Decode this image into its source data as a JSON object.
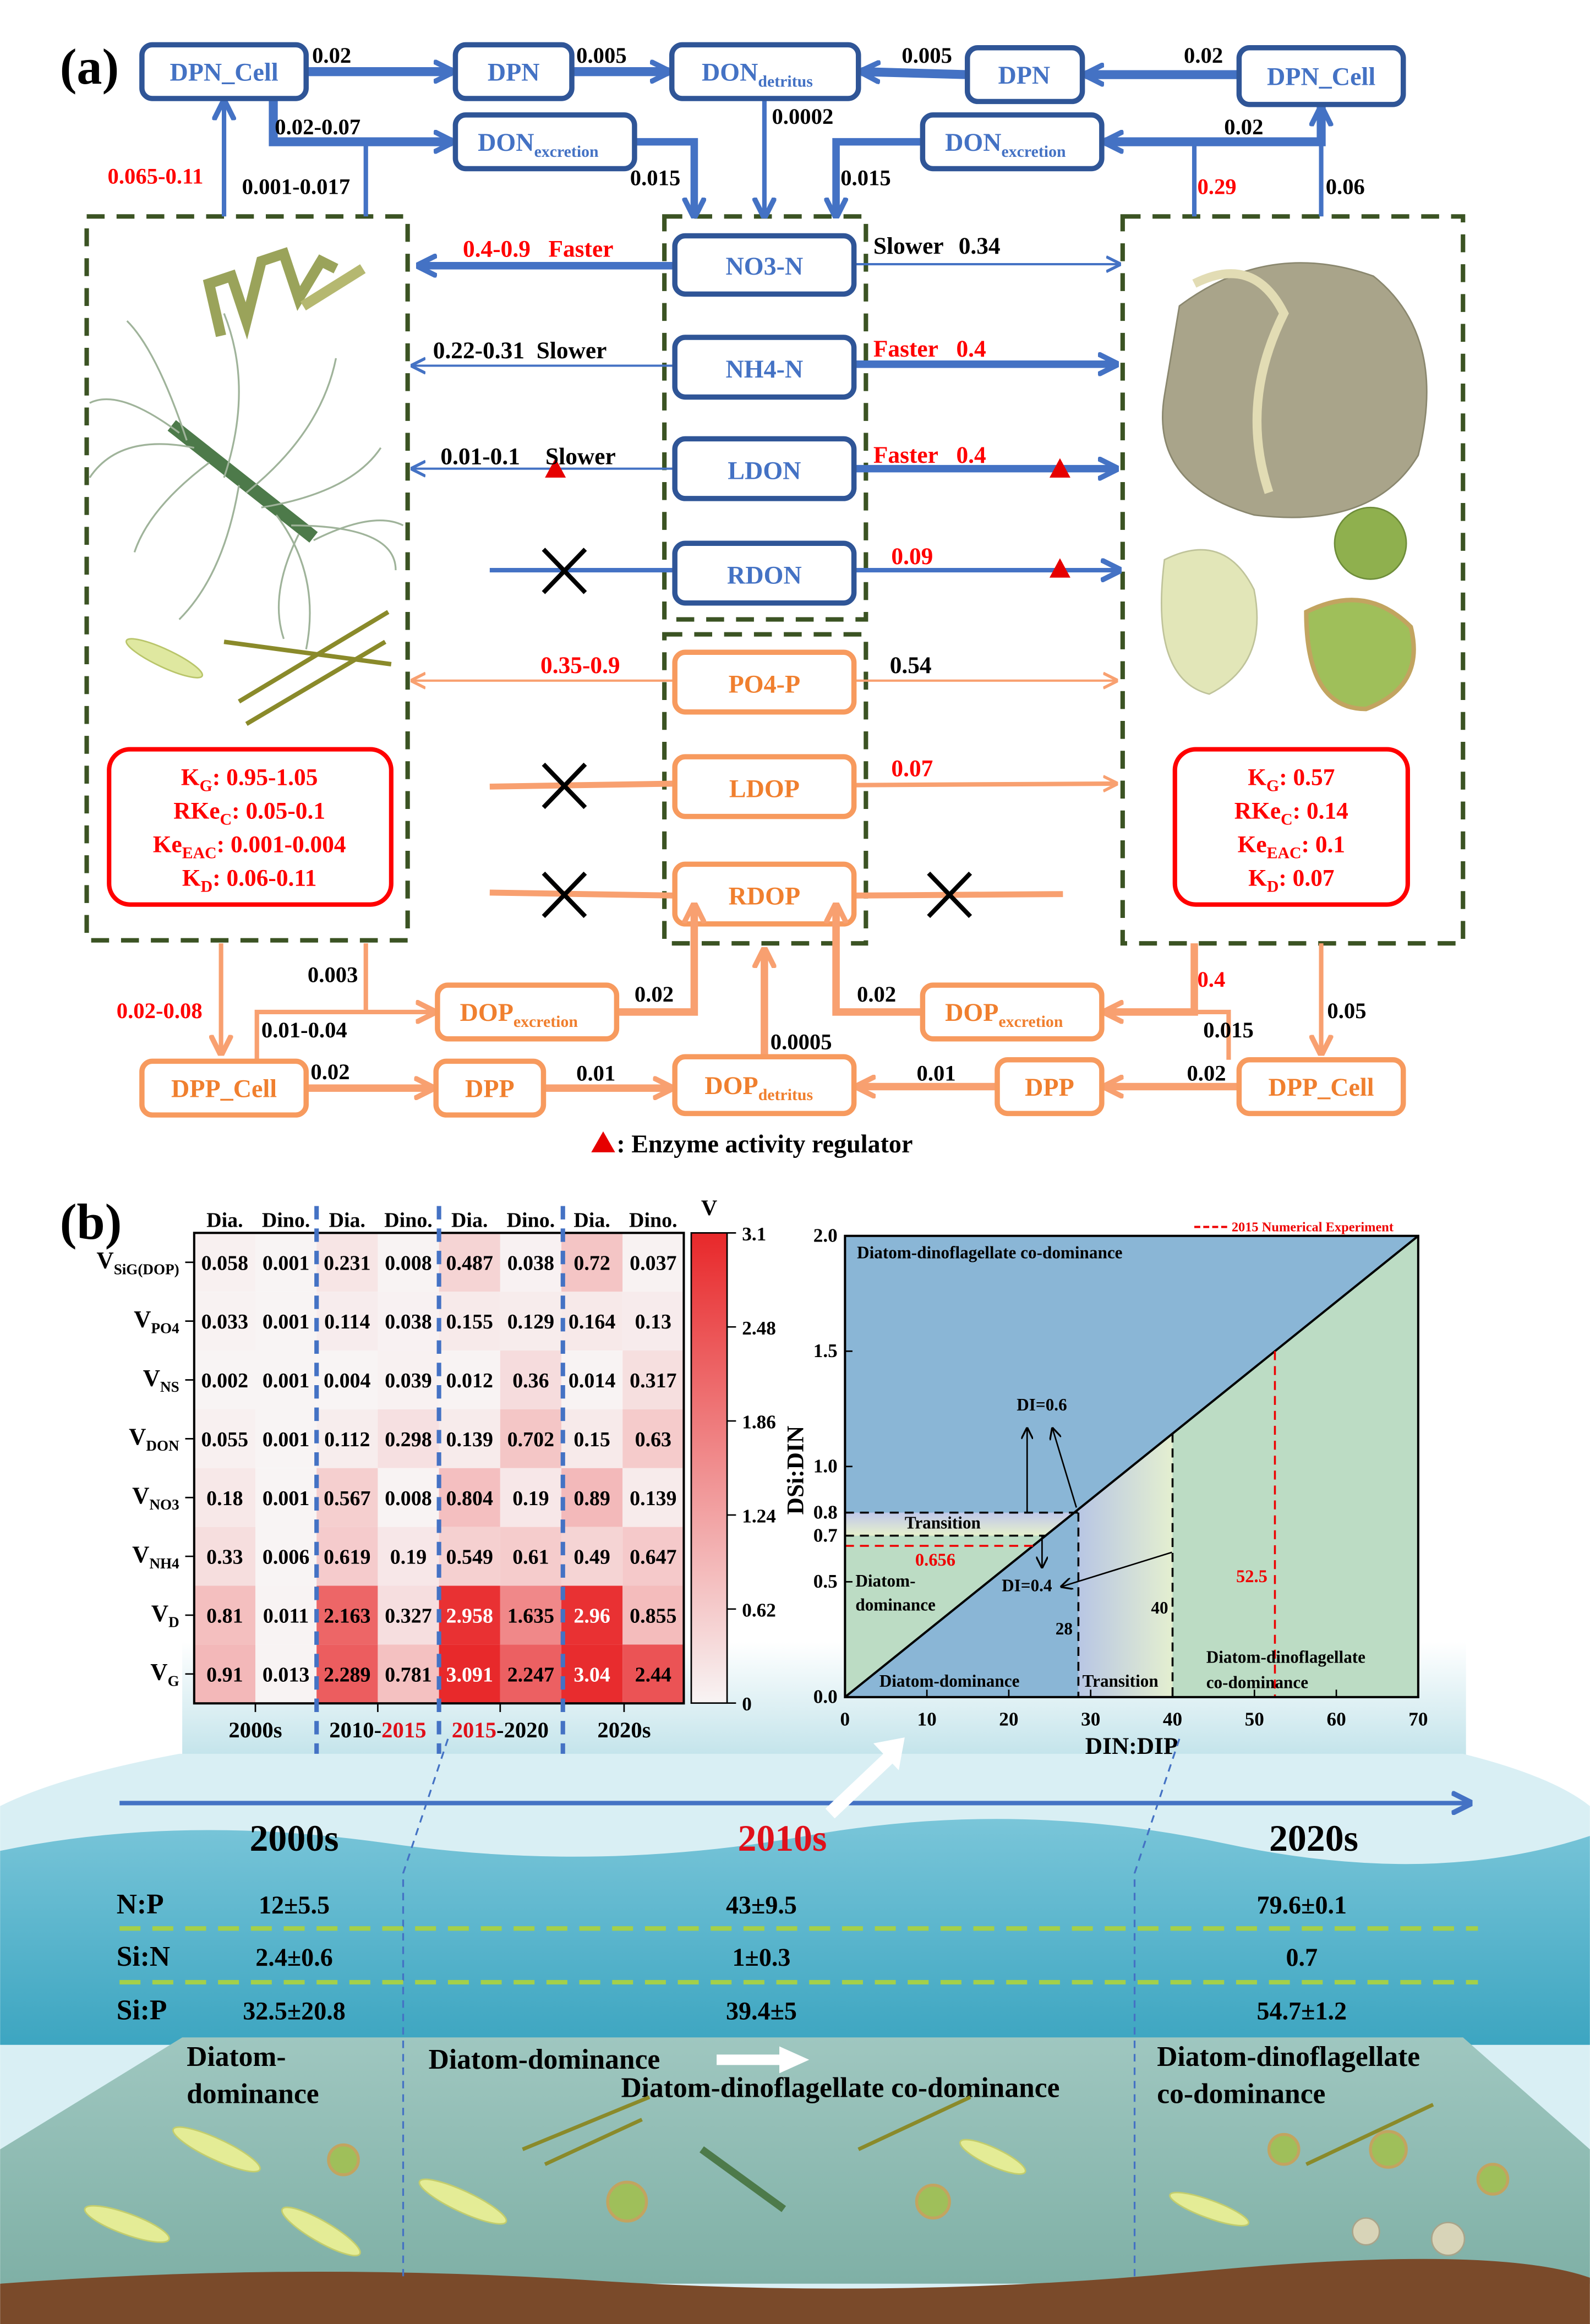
{
  "panel_a": {
    "label": "(a)",
    "nitrogen": {
      "left_cell": "DPN_Cell",
      "left_dpn": "DPN",
      "right_dpn": "DPN",
      "right_cell": "DPN_Cell",
      "detritus": {
        "main": "DON",
        "sub": "detritus"
      },
      "left_excretion": {
        "main": "DON",
        "sub": "excretion"
      },
      "right_excretion": {
        "main": "DON",
        "sub": "excretion"
      },
      "rates": {
        "l_cell_dpn": "0.02",
        "l_dpn_det": "0.005",
        "r_dpn_det": "0.005",
        "r_cell_dpn": "0.02",
        "l_cell_exc": "0.02-0.07",
        "det_down": "0.0002",
        "r_cell_exc": "0.02",
        "l_exc_down": "0.015",
        "r_exc_down": "0.015",
        "l_uptake": "0.065-0.11",
        "l_release": "0.001-0.017",
        "r_release": "0.29",
        "r_uptake": "0.06"
      }
    },
    "nutrients": {
      "no3": "NO3-N",
      "nh4": "NH4-N",
      "ldon": "LDON",
      "rdon": "RDON",
      "po4": "PO4-P",
      "ldop": "LDOP",
      "rdop": "RDOP"
    },
    "flows": {
      "no3_left": {
        "value": "0.4-0.9",
        "speed": "Faster"
      },
      "no3_right": {
        "value": "0.34",
        "speed": "Slower"
      },
      "nh4_left": {
        "value": "0.22-0.31",
        "speed": "Slower"
      },
      "nh4_right": {
        "value": "0.4",
        "speed": "Faster"
      },
      "ldon_left": {
        "value": "0.01-0.1",
        "speed": "Slower"
      },
      "ldon_right": {
        "value": "0.4",
        "speed": "Faster"
      },
      "rdon_right": {
        "value": "0.09"
      },
      "po4_left": {
        "value": "0.35-0.9"
      },
      "po4_right": {
        "value": "0.54"
      },
      "ldop_right": {
        "value": "0.07"
      }
    },
    "params_left": [
      {
        "k": "K",
        "sub": "G",
        "v": ": 0.95-1.05"
      },
      {
        "k": "RKe",
        "sub": "C",
        "v": ": 0.05-0.1"
      },
      {
        "k": "Ke",
        "sub": "EAC",
        "v": ": 0.001-0.004"
      },
      {
        "k": "K",
        "sub": "D",
        "v": ":  0.06-0.11"
      }
    ],
    "params_right": [
      {
        "k": "K",
        "sub": "G",
        "v": ": 0.57"
      },
      {
        "k": "RKe",
        "sub": "C",
        "v": ": 0.14"
      },
      {
        "k": "Ke",
        "sub": "EAC",
        "v": ": 0.1"
      },
      {
        "k": "K",
        "sub": "D",
        "v": ":  0.07"
      }
    ],
    "phosphorus": {
      "left_cell": "DPP_Cell",
      "left_dpp": "DPP",
      "right_dpp": "DPP",
      "right_cell": "DPP_Cell",
      "detritus": {
        "main": "DOP",
        "sub": "detritus"
      },
      "left_excretion": {
        "main": "DOP",
        "sub": "excretion"
      },
      "right_excretion": {
        "main": "DOP",
        "sub": "excretion"
      },
      "rates": {
        "l_down": "0.02-0.08",
        "l_exc": "0.003",
        "l_cell_up": "0.01-0.04",
        "l_cell_dpp": "0.02",
        "l_dpp_det": "0.01",
        "l_exc_up": "0.02",
        "det_up": "0.0005",
        "r_dpp_det": "0.01",
        "r_cell_dpp": "0.02",
        "r_exc_up": "0.02",
        "r_exc": "0.4",
        "r_cell_up": "0.015",
        "r_down": "0.05"
      }
    },
    "legend": ": Enzyme activity regulator"
  },
  "panel_b": {
    "label": "(b)",
    "timeline": {
      "eras": [
        "2000s",
        "2010s",
        "2020s"
      ],
      "rows": [
        {
          "label": "N:P",
          "values": [
            "12±5.5",
            "43±9.5",
            "79.6±0.1"
          ]
        },
        {
          "label": "Si:N",
          "values": [
            "2.4±0.6",
            "1±0.3",
            "0.7"
          ]
        },
        {
          "label": "Si:P",
          "values": [
            "32.5±20.8",
            "39.4±5",
            "54.7±1.2"
          ]
        }
      ],
      "community": {
        "c2000": [
          "Diatom-",
          "dominance"
        ],
        "c2010a": "Diatom-dominance",
        "c2010b": "Diatom-dinoflagellate co-dominance",
        "c2020": [
          "Diatom-dinoflagellate",
          "co-dominance"
        ]
      }
    }
  },
  "chart_data": [
    {
      "type": "heatmap",
      "title": "",
      "colorbar_label": "V",
      "colorbar_ticks": [
        3.1,
        2.48,
        1.86,
        1.24,
        0.62,
        0
      ],
      "vrange": [
        0,
        3.1
      ],
      "columns": [
        "Dia.",
        "Dino.",
        "Dia.",
        "Dino.",
        "Dia.",
        "Dino.",
        "Dia.",
        "Dino."
      ],
      "periods": [
        {
          "pre": "2000s",
          "red": "",
          "post": ""
        },
        {
          "pre": "2010-",
          "red": "2015",
          "post": ""
        },
        {
          "pre": "",
          "red": "2015",
          "post": "-2020"
        },
        {
          "pre": "2020s",
          "red": "",
          "post": ""
        }
      ],
      "rows": [
        {
          "main": "V",
          "sub": "SiG(DOP)"
        },
        {
          "main": "V",
          "sub": "PO4"
        },
        {
          "main": "V",
          "sub": "NS"
        },
        {
          "main": "V",
          "sub": "DON"
        },
        {
          "main": "V",
          "sub": "NO3"
        },
        {
          "main": "V",
          "sub": "NH4"
        },
        {
          "main": "V",
          "sub": "D"
        },
        {
          "main": "V",
          "sub": "G"
        }
      ],
      "values": [
        [
          0.058,
          0.001,
          0.231,
          0.008,
          0.487,
          0.038,
          0.72,
          0.037
        ],
        [
          0.033,
          0.001,
          0.114,
          0.038,
          0.155,
          0.129,
          0.164,
          0.13
        ],
        [
          0.002,
          0.001,
          0.004,
          0.039,
          0.012,
          0.36,
          0.014,
          0.317
        ],
        [
          0.055,
          0.001,
          0.112,
          0.298,
          0.139,
          0.702,
          0.15,
          0.63
        ],
        [
          0.18,
          0.001,
          0.567,
          0.008,
          0.804,
          0.19,
          0.89,
          0.139
        ],
        [
          0.33,
          0.006,
          0.619,
          0.19,
          0.549,
          0.61,
          0.49,
          0.647
        ],
        [
          0.81,
          0.011,
          2.163,
          0.327,
          2.958,
          1.635,
          2.96,
          0.855
        ],
        [
          0.91,
          0.013,
          2.289,
          0.781,
          3.091,
          2.247,
          3.04,
          2.44
        ]
      ]
    },
    {
      "type": "area",
      "xlabel": "DIN:DIP",
      "ylabel": "DSi:DIN",
      "xlim": [
        0,
        70
      ],
      "ylim": [
        0,
        2.0
      ],
      "xticks": [
        0,
        10,
        20,
        30,
        40,
        50,
        60,
        70
      ],
      "yticks": [
        0.0,
        0.5,
        1.0,
        1.5,
        2.0
      ],
      "extra_yticks": [
        "0.7",
        "0.8"
      ],
      "boundary_line": {
        "x": [
          0,
          70
        ],
        "y": [
          0,
          2.0
        ]
      },
      "thresholds": {
        "din_dip": [
          28,
          40
        ],
        "dsi_din": [
          0.7,
          0.8
        ]
      },
      "experiment": {
        "legend": "2015 Numerical Experiment",
        "din_dip": 52.5,
        "dsi_din": 0.656,
        "din_dip_label": "52.5",
        "dsi_din_label": "0.656"
      },
      "region_labels": {
        "top": "Diatom-dinoflagellate co-dominance",
        "left_transition": "Transition",
        "left_diatom": [
          "Diatom-",
          "dominance"
        ],
        "bottom_diatom": "Diatom-dominance",
        "bottom_transition": "Transition",
        "bottom_codom": [
          "Diatom-dinoflagellate",
          "co-dominance"
        ]
      },
      "annotations": {
        "di_high": "DI=0.6",
        "di_low": "DI=0.4",
        "x28": "28",
        "x40": "40"
      },
      "legend_placement": "top-right"
    }
  ],
  "colors": {
    "blue": "#4472c4",
    "box_blue": "#2f5597",
    "orange": "#f79a5e",
    "red": "#ff0000",
    "heat_max": "#e8282a",
    "dashed_green": "#3b5323"
  }
}
